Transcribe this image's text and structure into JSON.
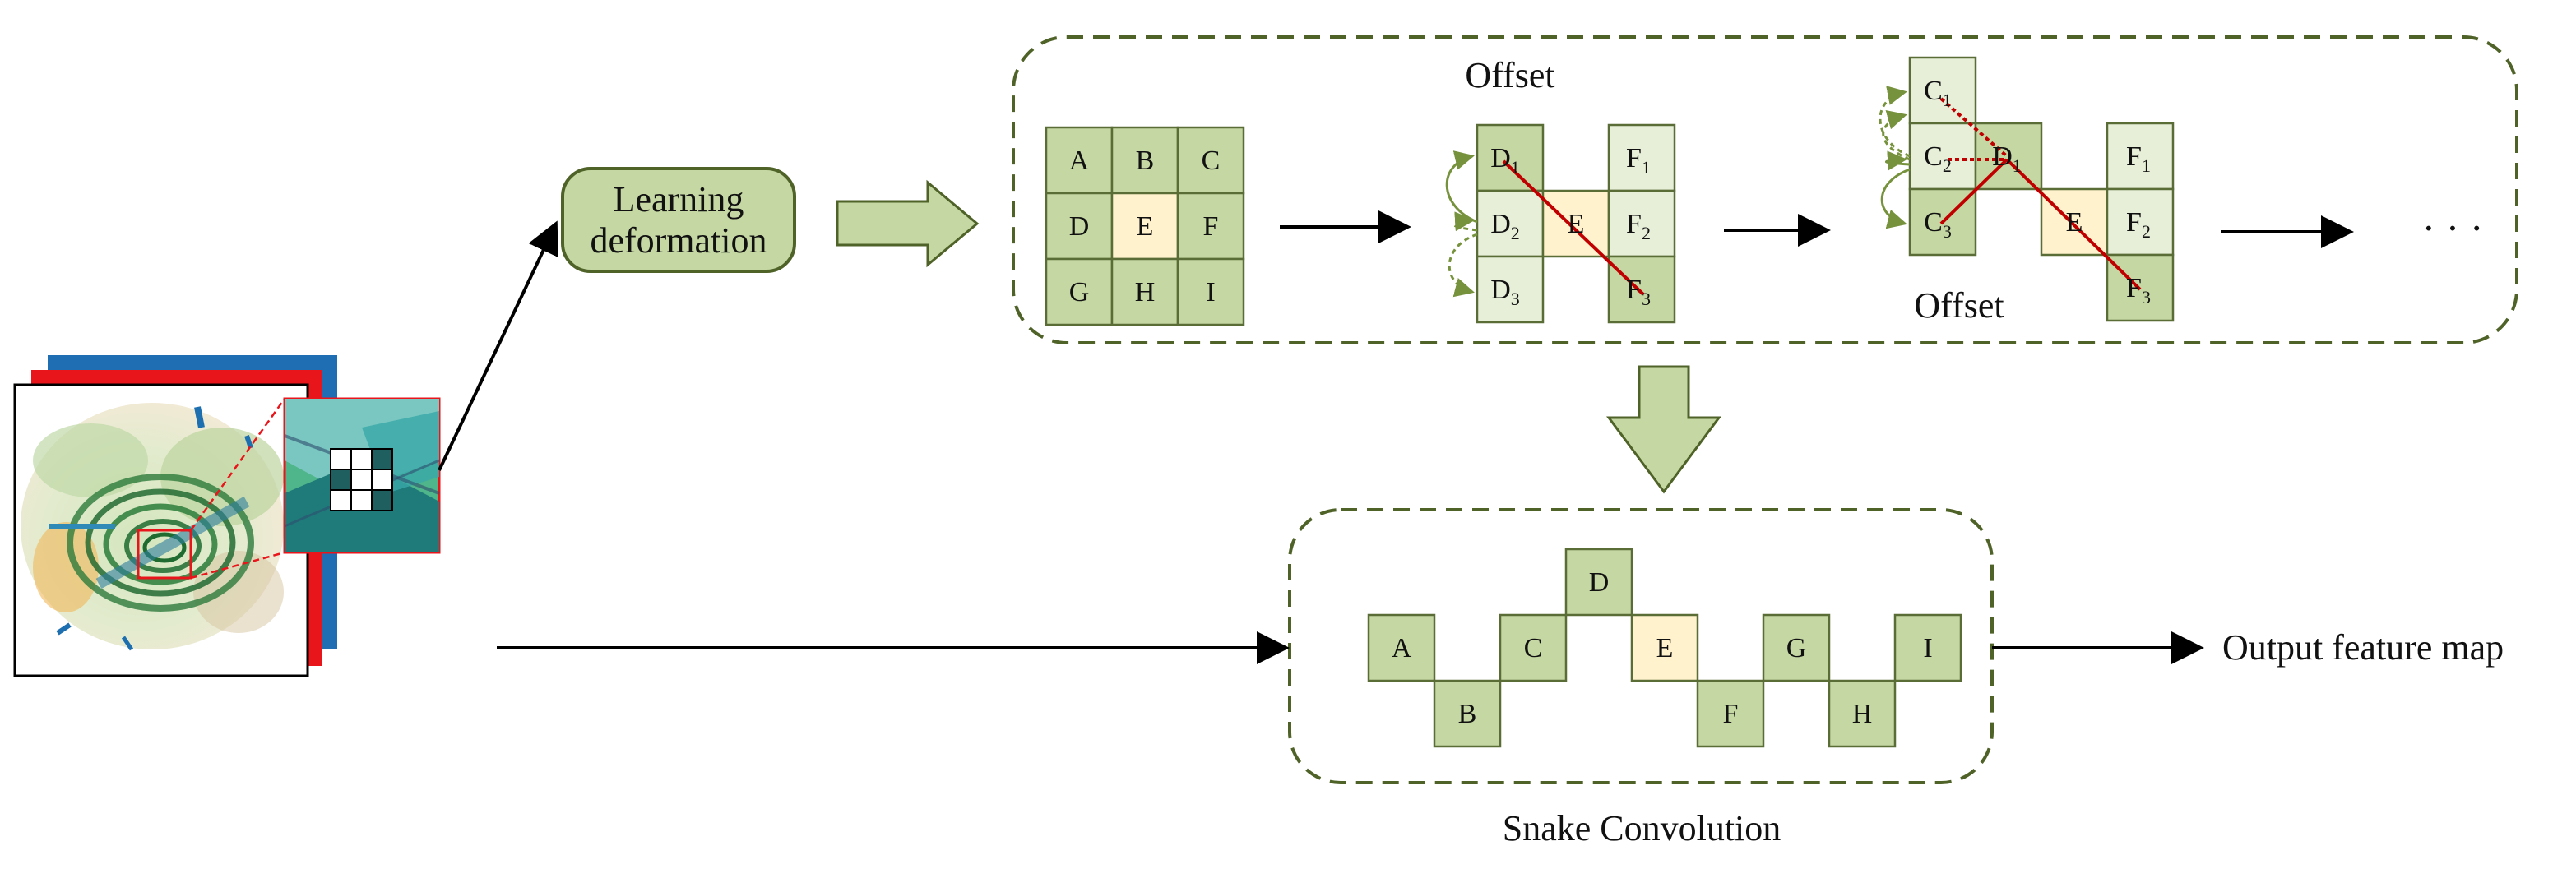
{
  "colors": {
    "green": "#c5d8a3",
    "green_light": "#e7efd9",
    "center": "#fff2cc",
    "border": "#5a6d36",
    "dash_border": "#4f6228",
    "arrow": "#000000",
    "red_line": "#c00000",
    "curve_arrow": "#76923c"
  },
  "learning_box": {
    "line1": "Learning",
    "line2": "deformation"
  },
  "grid3x3": {
    "cells": [
      "A",
      "B",
      "C",
      "D",
      "E",
      "F",
      "G",
      "H",
      "I"
    ]
  },
  "stage1": {
    "offset_label": "Offset",
    "d_cells": [
      "D",
      "D",
      "D"
    ],
    "d_subs": [
      "1",
      "2",
      "3"
    ],
    "e_cell": "E",
    "f_cells": [
      "F",
      "F",
      "F"
    ],
    "f_subs": [
      "1",
      "2",
      "3"
    ]
  },
  "stage2": {
    "offset_label": "Offset",
    "c_cells": [
      "C",
      "C",
      "C"
    ],
    "c_subs": [
      "1",
      "2",
      "3"
    ],
    "d_cell": "D",
    "d_sub": "1",
    "e_cell": "E",
    "f_cells": [
      "F",
      "F",
      "F"
    ],
    "f_subs": [
      "1",
      "2",
      "3"
    ]
  },
  "ellipsis": "· · ·",
  "snake": {
    "label": "Snake Convolution",
    "cells": [
      "A",
      "B",
      "C",
      "D",
      "E",
      "F",
      "G",
      "H",
      "I"
    ]
  },
  "output_label": "Output feature map",
  "input_image": {
    "grid_icon": "kernel-grid-icon"
  }
}
